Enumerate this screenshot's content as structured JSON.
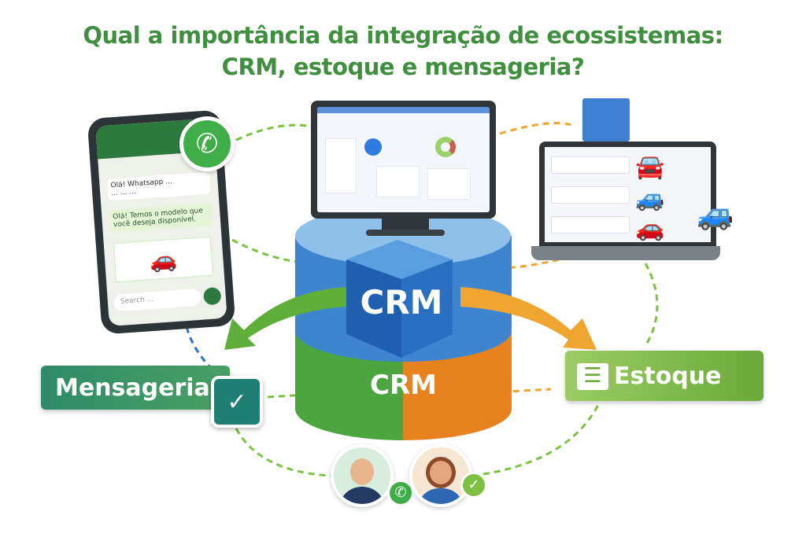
{
  "title": {
    "line1": "Qual a importância da integração de ecossistemas:",
    "line2": "CRM, estoque e mensageria?"
  },
  "phone": {
    "msg1": "Olá! Whatsapp ...",
    "msg1b": "... ... ...",
    "msg2": "Olá! Temos o modelo que você deseja disponível.",
    "search_placeholder": "Search ..."
  },
  "cube": {
    "label": "CRM"
  },
  "cylinder": {
    "label": "CRM"
  },
  "mensageria": {
    "label": "Mensageria"
  },
  "estoque": {
    "label": "Estoque"
  },
  "colors": {
    "green": "#3f8f3f",
    "blue": "#2d6fc2",
    "orange": "#e98a1f",
    "teal": "#2f8a6a",
    "lime": "#7cb342"
  },
  "icons": [
    "whatsapp-icon",
    "chat-check-icon",
    "document-icon",
    "phone-icon",
    "check-icon",
    "car-icon",
    "building-icon"
  ]
}
